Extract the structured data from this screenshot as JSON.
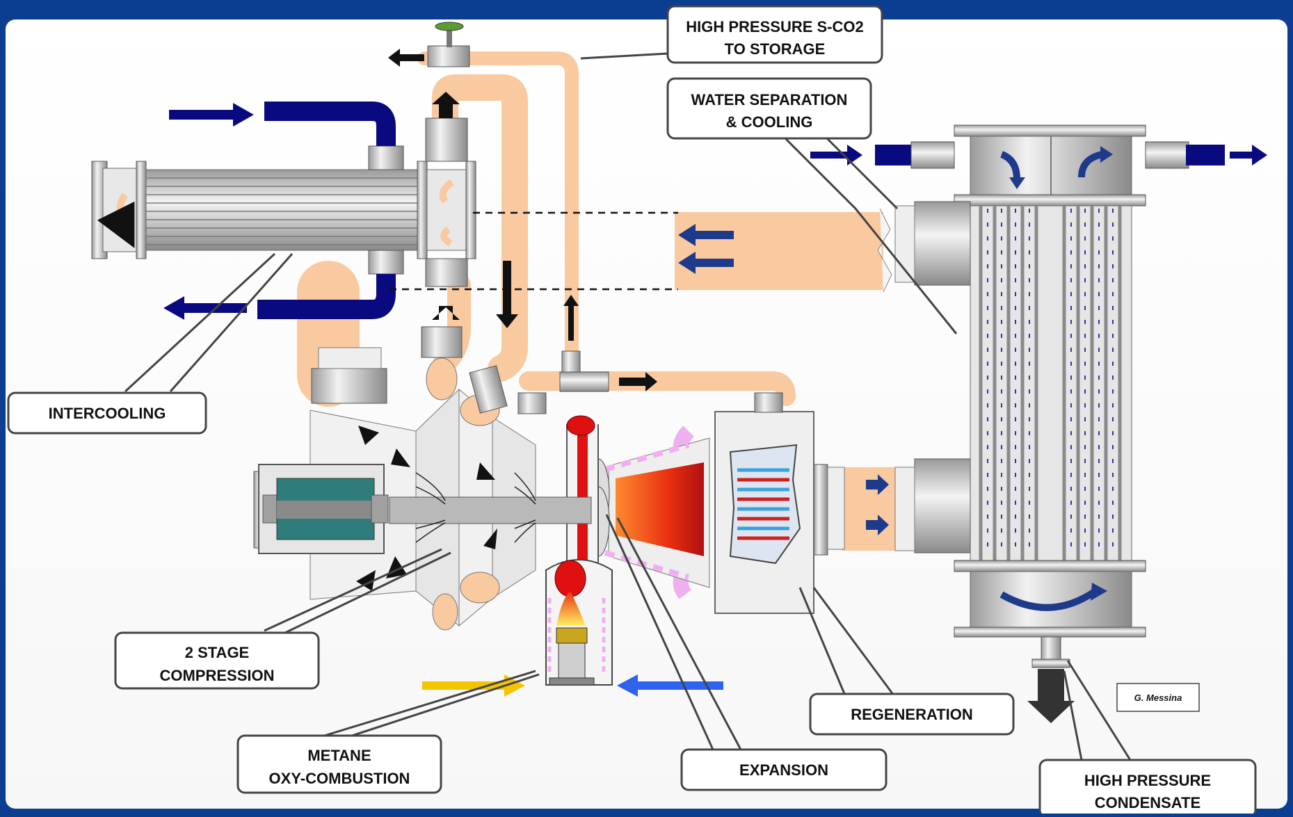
{
  "labels": {
    "storage": [
      "HIGH PRESSURE S-CO2",
      "TO STORAGE"
    ],
    "water_separation": [
      "WATER SEPARATION",
      "& COOLING"
    ],
    "intercooling": "INTERCOOLING",
    "compression": [
      "2 STAGE",
      "COMPRESSION"
    ],
    "combustion": [
      "METANE",
      "OXY-COMBUSTION"
    ],
    "expansion": "EXPANSION",
    "regeneration": "REGENERATION",
    "condensate": [
      "HIGH PRESSURE",
      "CONDENSATE"
    ],
    "author": "G. Messina"
  },
  "colors": {
    "background_frame": "#0b3d91",
    "panel": "#ffffff",
    "co2_pipe": "#f9c9a0",
    "water_pipe": "#0a0a80",
    "metal": "#c8c8c8",
    "motor": "#2e7d7b",
    "hot_gas": "#e84818",
    "burner_red": "#e01010",
    "fuel_arrow": "#f5c400",
    "oxygen_arrow": "#2e63f0",
    "label_border": "#444444"
  }
}
